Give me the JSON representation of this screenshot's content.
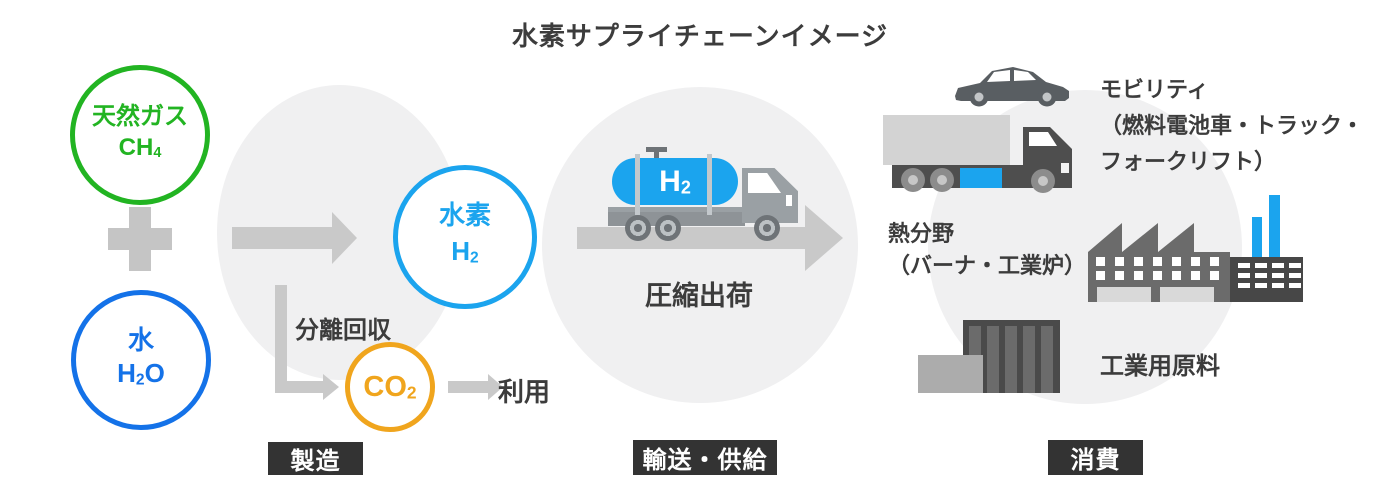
{
  "title": "水素サプライチェーンイメージ",
  "stages": {
    "manufacturing": "製造",
    "transport_supply": "輸送・供給",
    "consumption": "消費"
  },
  "nodes": {
    "natural_gas": {
      "name": "天然ガス",
      "formula_pre": "CH",
      "formula_sub": "4",
      "formula_post": ""
    },
    "water": {
      "name": "水",
      "formula_pre": "H",
      "formula_sub": "2",
      "formula_post": "O"
    },
    "hydrogen": {
      "name": "水素",
      "formula_pre": "H",
      "formula_sub": "2",
      "formula_post": ""
    },
    "co2": {
      "formula_pre": "CO",
      "formula_sub": "2",
      "formula_post": ""
    }
  },
  "process_labels": {
    "separation_recovery": "分離回収",
    "co2_use": "利用",
    "compressed_shipping": "圧縮出荷"
  },
  "tank_label": {
    "pre": "H",
    "sub": "2"
  },
  "consumption_items": {
    "mobility": {
      "line1": "モビリティ",
      "line2": "（燃料電池車・トラック・",
      "line3": "フォークリフト）"
    },
    "thermal": {
      "line1": "熱分野",
      "line2": "（バーナ・工業炉）"
    },
    "industrial": {
      "line1": "工業用原料"
    }
  },
  "icons": {
    "plus-icon": "css-cross",
    "arrow-right-icon": "css-arrow",
    "tanker-truck-icon": "css-svg-shape",
    "car-icon": "svg-shape",
    "cargo-truck-icon": "svg-shape",
    "factory-icon": "svg-shape",
    "container-icon": "svg-shape"
  },
  "colors": {
    "natural_gas_green": "#22b422",
    "water_blue": "#1472e8",
    "hydrogen_light_blue": "#1ba4ee",
    "co2_orange": "#f0a51d",
    "arrow_gray": "#c9c9c9",
    "background_circle_gray": "#f0f0f1",
    "text_dark": "#3c3c3c",
    "stage_label_bg": "#333333"
  }
}
